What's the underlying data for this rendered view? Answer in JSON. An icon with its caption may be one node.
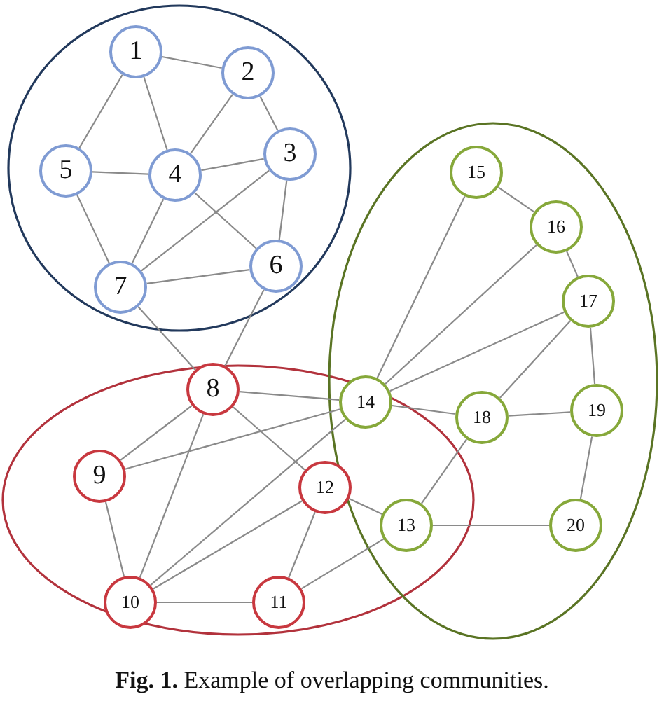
{
  "diagram": {
    "caption": "**Fig. 1.** Example of overlapping communities.",
    "nodes": [
      {
        "text": [
          "1"
        ]
      },
      {
        "text": [
          "2"
        ]
      },
      {
        "text": [
          "3"
        ]
      },
      {
        "text": [
          "4"
        ]
      },
      {
        "text": [
          "5"
        ]
      },
      {
        "text": [
          "6"
        ]
      },
      {
        "text": [
          "7"
        ]
      },
      {
        "text": [
          "8"
        ]
      },
      {
        "text": [
          "9"
        ]
      },
      {
        "text": [
          "10"
        ]
      },
      {
        "text": [
          "11"
        ]
      },
      {
        "text": [
          "12"
        ]
      },
      {
        "text": [
          "13"
        ]
      },
      {
        "text": [
          "14"
        ]
      },
      {
        "text": [
          "15"
        ]
      },
      {
        "text": [
          "16"
        ]
      },
      {
        "text": [
          "17"
        ]
      },
      {
        "text": [
          "18"
        ]
      },
      {
        "text": [
          "19"
        ]
      },
      {
        "text": [
          "20"
        ]
      }
    ],
    "edges": [
      {
        "from": 0,
        "to": 1,
        "arrow": "none"
      },
      {
        "from": 0,
        "to": 4,
        "arrow": "none"
      },
      {
        "from": 0,
        "to": 3,
        "arrow": "none"
      },
      {
        "from": 1,
        "to": 3,
        "arrow": "none"
      },
      {
        "from": 1,
        "to": 2,
        "arrow": "none"
      },
      {
        "from": 4,
        "to": 3,
        "arrow": "none"
      },
      {
        "from": 3,
        "to": 2,
        "arrow": "none"
      },
      {
        "from": 3,
        "to": 6,
        "arrow": "none"
      },
      {
        "from": 3,
        "to": 5,
        "arrow": "none"
      },
      {
        "from": 2,
        "to": 6,
        "arrow": "none"
      },
      {
        "from": 2,
        "to": 5,
        "arrow": "none"
      },
      {
        "from": 4,
        "to": 6,
        "arrow": "none"
      },
      {
        "from": 6,
        "to": 5,
        "arrow": "none"
      },
      {
        "from": 6,
        "to": 7,
        "arrow": "none"
      },
      {
        "from": 5,
        "to": 7,
        "arrow": "none"
      },
      {
        "from": 7,
        "to": 13,
        "arrow": "none"
      },
      {
        "from": 7,
        "to": 8,
        "arrow": "none"
      },
      {
        "from": 7,
        "to": 9,
        "arrow": "none"
      },
      {
        "from": 7,
        "to": 11,
        "arrow": "none"
      },
      {
        "from": 8,
        "to": 13,
        "arrow": "none"
      },
      {
        "from": 8,
        "to": 9,
        "arrow": "none"
      },
      {
        "from": 9,
        "to": 13,
        "arrow": "none"
      },
      {
        "from": 9,
        "to": 11,
        "arrow": "none"
      },
      {
        "from": 9,
        "to": 10,
        "arrow": "none"
      },
      {
        "from": 11,
        "to": 10,
        "arrow": "none"
      },
      {
        "from": 11,
        "to": 12,
        "arrow": "none"
      },
      {
        "from": 10,
        "to": 12,
        "arrow": "none"
      },
      {
        "from": 13,
        "to": 14,
        "arrow": "none"
      },
      {
        "from": 13,
        "to": 15,
        "arrow": "none"
      },
      {
        "from": 13,
        "to": 16,
        "arrow": "none"
      },
      {
        "from": 13,
        "to": 17,
        "arrow": "none"
      },
      {
        "from": 14,
        "to": 15,
        "arrow": "none"
      },
      {
        "from": 15,
        "to": 16,
        "arrow": "none"
      },
      {
        "from": 16,
        "to": 17,
        "arrow": "none"
      },
      {
        "from": 16,
        "to": 18,
        "arrow": "none"
      },
      {
        "from": 17,
        "to": 18,
        "arrow": "none"
      },
      {
        "from": 17,
        "to": 12,
        "arrow": "none"
      },
      {
        "from": 12,
        "to": 19,
        "arrow": "none"
      },
      {
        "from": 18,
        "to": 19,
        "arrow": "none"
      }
    ]
  }
}
